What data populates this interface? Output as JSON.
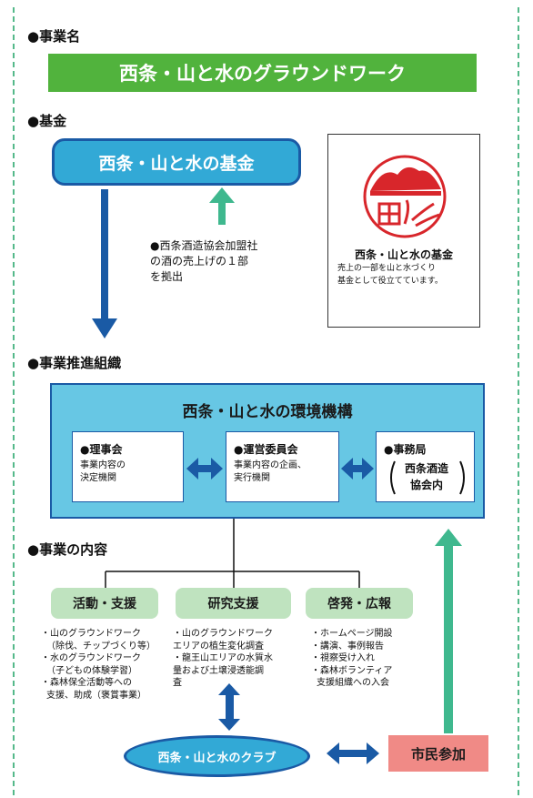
{
  "sections": {
    "project_name": "●事業名",
    "fund": "●基金",
    "organization": "●事業推進組織",
    "contents": "●事業の内容"
  },
  "project_title": "西条・山と水のグラウンドワーク",
  "fund_box": "西条・山と水の基金",
  "fund_note": {
    "line1": "●西条酒造協会加盟社",
    "line2": "の酒の売上げの１部",
    "line3": "を拠出"
  },
  "logo_card": {
    "title": "西条・山と水の基金",
    "desc_line1": "売上の一部を山と水づくり",
    "desc_line2": "基金として役立てています。",
    "colors": {
      "red": "#d8262b"
    }
  },
  "org": {
    "title": "西条・山と水の環境機構",
    "board": {
      "title": "●理事会",
      "line1": "事業内容の",
      "line2": "決定機関"
    },
    "committee": {
      "title": "●運営委員会",
      "line1": "事業内容の企画、",
      "line2": "実行機関"
    },
    "office": {
      "title": "●事務局",
      "line1": "西条酒造",
      "line2": "協会内"
    }
  },
  "activities": [
    {
      "label": "活動・支援",
      "items": [
        "・山のグラウンドワーク",
        "（除伐、チップづくり等）",
        "・水のグラウンドワーク",
        "（子どもの体験学習）",
        "・森林保全活動等への",
        "支援、助成（褒賞事業）"
      ]
    },
    {
      "label": "研究支援",
      "items": [
        "・山のグラウンドワーク",
        "エリアの植生変化調査",
        "・龍王山エリアの水質水",
        "量および土壌浸透能調",
        "査"
      ]
    },
    {
      "label": "啓発・広報",
      "items": [
        "・ホームページ開設",
        "・講演、事例報告",
        "・視察受け入れ",
        "・森林ボランティア",
        "支援組織への入会"
      ]
    }
  ],
  "club": "西条・山と水のクラブ",
  "citizen": "市民参加",
  "colors": {
    "green_bar": "#51b33d",
    "blue": "#32a9d6",
    "dark_blue": "#1a5aa5",
    "light_blue": "#67c7e4",
    "pill_green": "#bfe3bf",
    "teal_arrow": "#3fb88e",
    "pink": "#f08a86"
  }
}
